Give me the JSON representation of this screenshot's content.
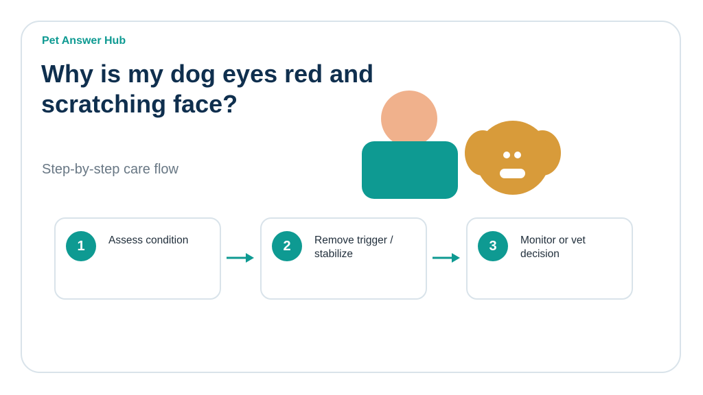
{
  "brand": "Pet Answer Hub",
  "title": "Why is my dog eyes red and scratching face?",
  "subtitle": "Step-by-step care flow",
  "steps": [
    {
      "number": "1",
      "label": "Assess condition"
    },
    {
      "number": "2",
      "label": "Remove trigger / stabilize"
    },
    {
      "number": "3",
      "label": "Monitor or vet decision"
    }
  ],
  "illustration": {
    "person_head_icon": "person-head-icon",
    "person_body_icon": "person-body-icon",
    "dog_face_icon": "dog-face-icon"
  },
  "colors": {
    "accent": "#0e9a92",
    "title": "#0f2f4e",
    "subtitle": "#687784",
    "border": "#d9e3ea",
    "person_head": "#f0b18c",
    "person_body": "#0e9a92",
    "dog": "#d89b3a"
  }
}
